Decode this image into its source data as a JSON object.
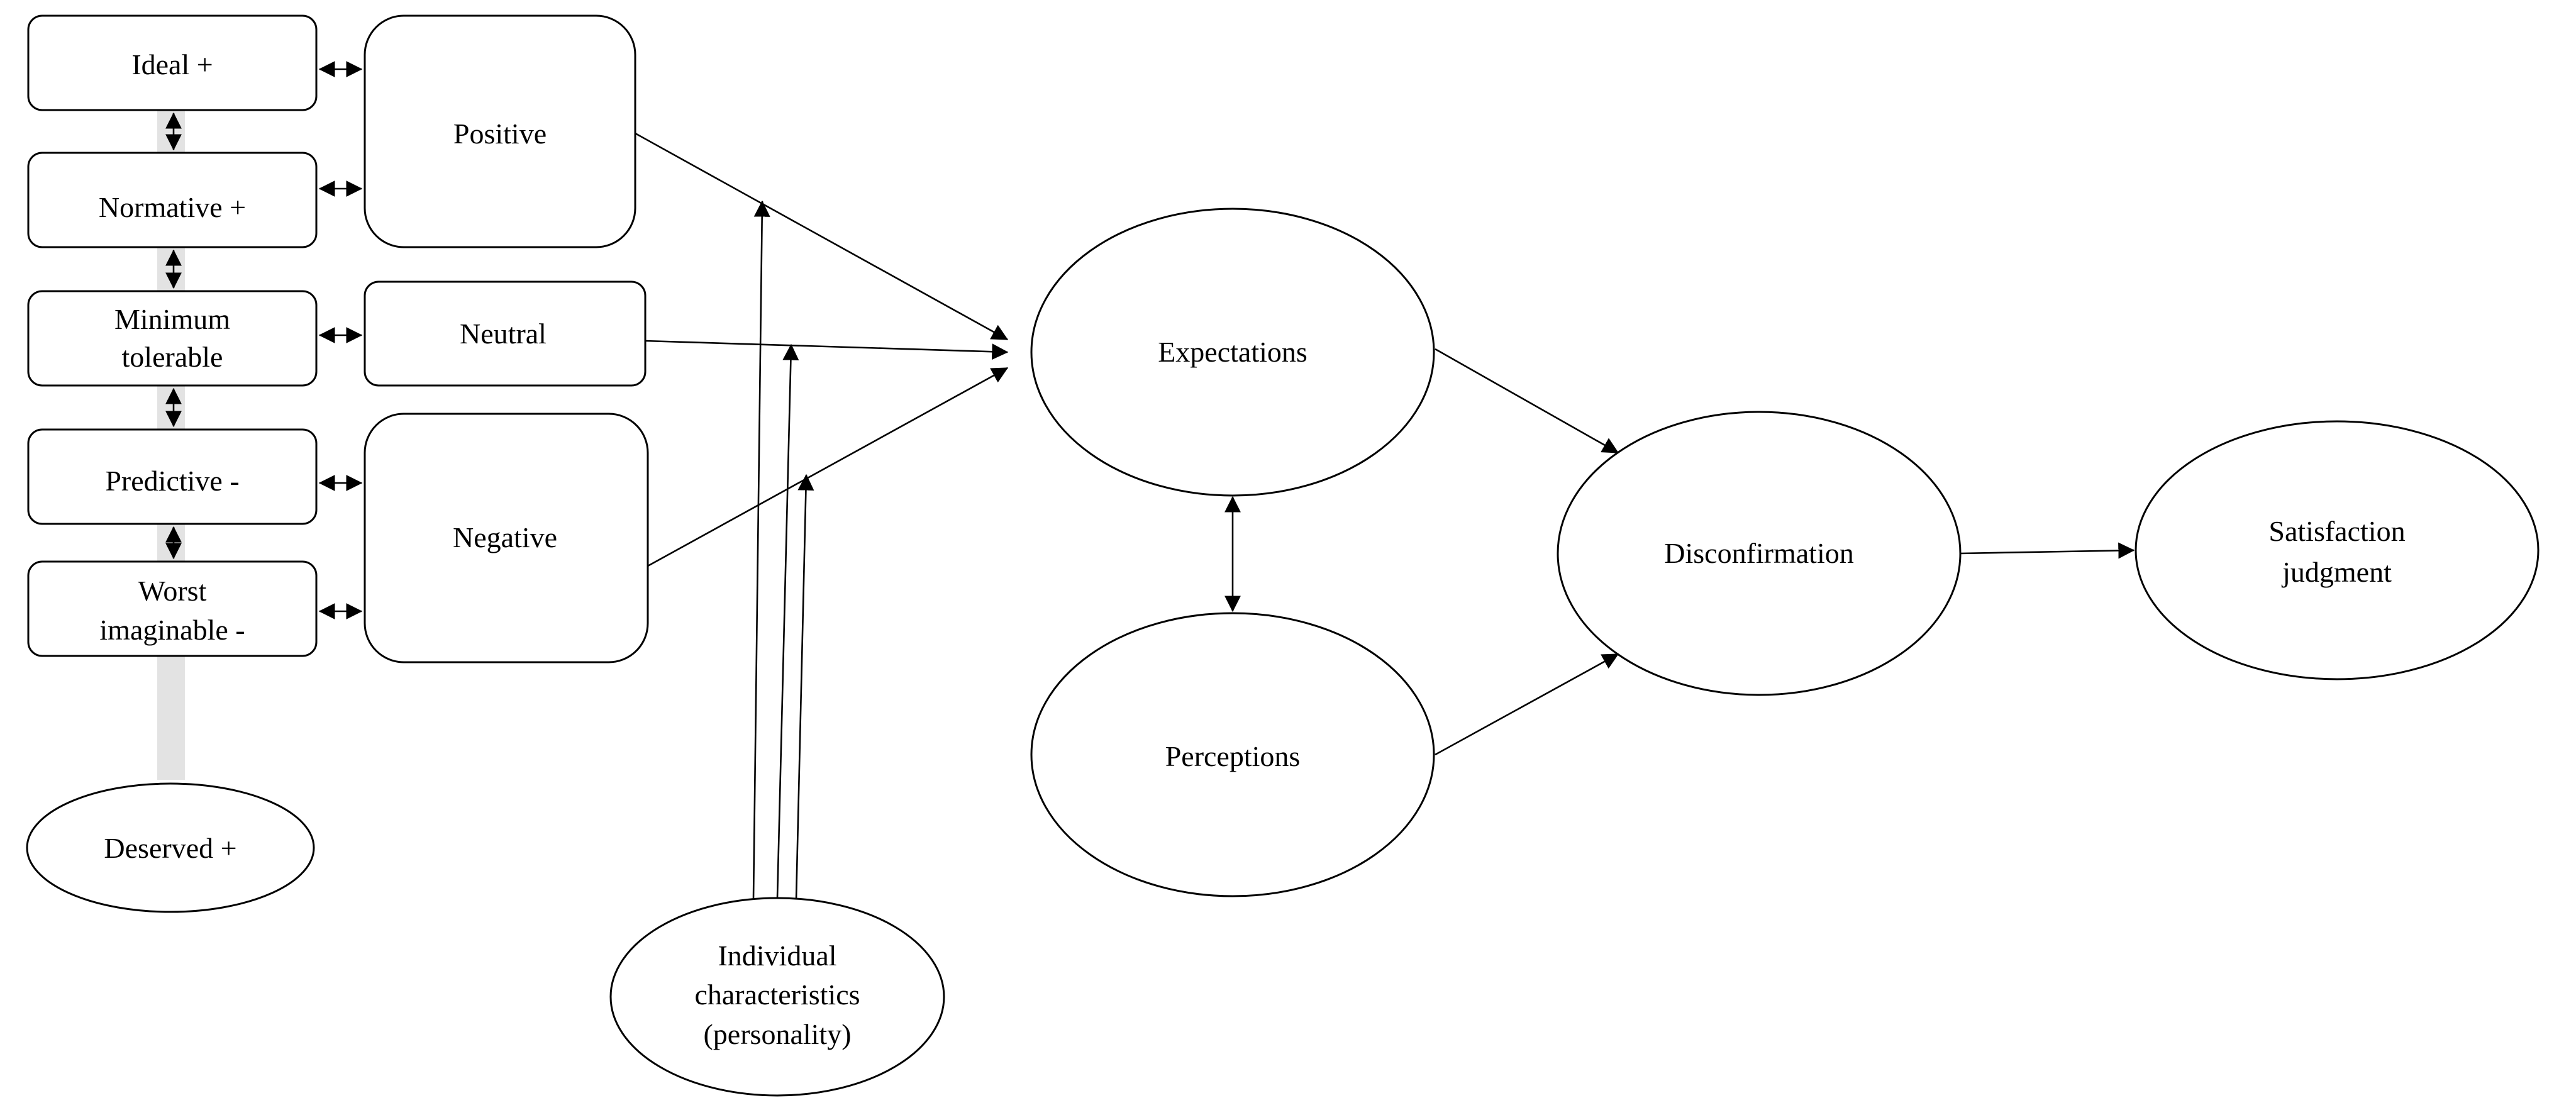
{
  "nodes": {
    "ideal": {
      "label": "Ideal +"
    },
    "normative": {
      "label": "Normative  +"
    },
    "minimum_tolerable": {
      "line1": "Minimum",
      "line2": "tolerable"
    },
    "predictive": {
      "label": "Predictive -"
    },
    "worst_imaginable": {
      "line1": "Worst",
      "line2": "imaginable -"
    },
    "deserved": {
      "label": "Deserved +"
    },
    "positive": {
      "label": "Positive"
    },
    "neutral": {
      "label": "Neutral"
    },
    "negative": {
      "label": "Negative"
    },
    "individual_characteristics": {
      "line1": "Individual",
      "line2": "characteristics",
      "line3": "(personality)"
    },
    "expectations": {
      "label": "Expectations"
    },
    "perceptions": {
      "label": "Perceptions"
    },
    "disconfirmation": {
      "label": "Disconfirmation"
    },
    "satisfaction_judgment": {
      "line1": "Satisfaction",
      "line2": "judgment"
    }
  },
  "colors": {
    "stroke": "#000000",
    "background": "#ffffff",
    "hierarchy_arrow": "#e3e3e3"
  }
}
